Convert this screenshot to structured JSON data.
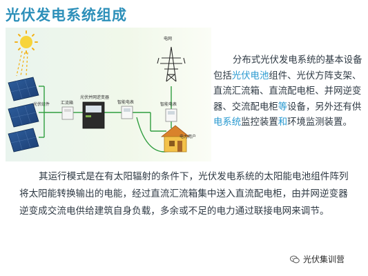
{
  "title": "光伏发电系统组成",
  "diagram": {
    "labels": {
      "pv_array": "光伏组件",
      "combiner_box": "汇流箱",
      "inverter": "光伏并网逆变器",
      "smart_meter_1": "智能电表",
      "grid": "电网",
      "smart_meter_2": "智能电表",
      "user": "电力用户"
    }
  },
  "description": {
    "segments": [
      {
        "text": "分布式光伏发电系统的基本设备包括",
        "hl": false
      },
      {
        "text": "光伏电池",
        "hl": true
      },
      {
        "text": "组件、光伏方阵支架、直流汇流箱、直流配电柜、并网逆变器、交流配电柜",
        "hl": false
      },
      {
        "text": "等",
        "hl": true
      },
      {
        "text": "设备，另外还有供",
        "hl": false
      },
      {
        "text": "电系统",
        "hl": true
      },
      {
        "text": "监控装置",
        "hl": false
      },
      {
        "text": "和",
        "hl": true
      },
      {
        "text": "环境监测装置。",
        "hl": false
      }
    ]
  },
  "paragraph": "其运行模式是在有太阳辐射的条件下，光伏发电系统的太阳能电池组件阵列将太阳能转换输出的电能，经过直流汇流箱集中送入直流配电柜，由并网逆变器逆变成交流电供给建筑自身负载，多余或不足的电力通过联接电网来调节。",
  "watermark": "光伏集训营",
  "colors": {
    "title": "#2c8fb9",
    "highlight": "#2a9ad0",
    "text": "#2f3a44",
    "diagram_bg": "#eef7ee",
    "wire": "#2e9d3e"
  }
}
